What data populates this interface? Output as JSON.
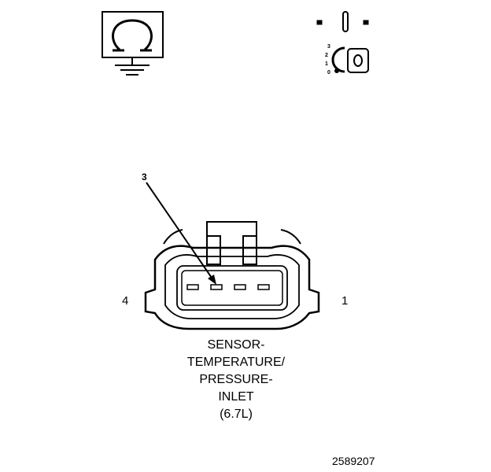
{
  "diagram": {
    "ignition_positions": [
      "3",
      "2",
      "1",
      "0"
    ],
    "callout": "3",
    "pin_left": "4",
    "pin_right": "1",
    "caption_lines": [
      "SENSOR-",
      "TEMPERATURE/",
      "PRESSURE-",
      "INLET",
      "(6.7L)"
    ],
    "figure_id": "2589207"
  }
}
